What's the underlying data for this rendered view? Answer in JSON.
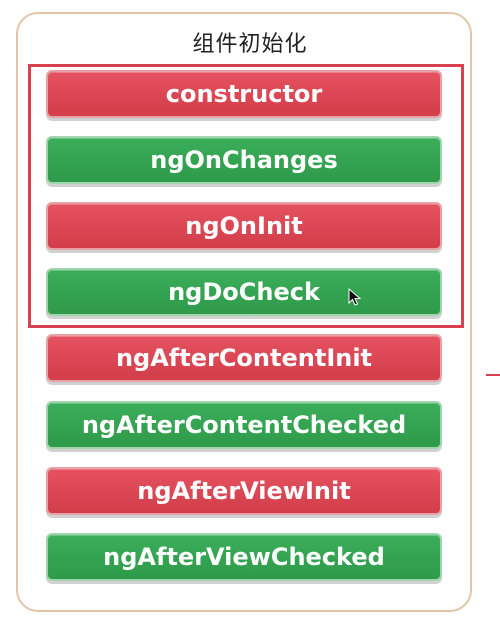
{
  "title": "组件初始化",
  "hooks": [
    {
      "label": "constructor",
      "color": "#d9404f"
    },
    {
      "label": "ngOnChanges",
      "color": "#33a350"
    },
    {
      "label": "ngOnInit",
      "color": "#d9404f"
    },
    {
      "label": "ngDoCheck",
      "color": "#33a350"
    },
    {
      "label": "ngAfterContentInit",
      "color": "#d9404f"
    },
    {
      "label": "ngAfterContentChecked",
      "color": "#33a350"
    },
    {
      "label": "ngAfterViewInit",
      "color": "#d9404f"
    },
    {
      "label": "ngAfterViewChecked",
      "color": "#33a350"
    }
  ],
  "highlight_color": "#d9404f",
  "cursor_icon": "mouse-pointer-icon"
}
